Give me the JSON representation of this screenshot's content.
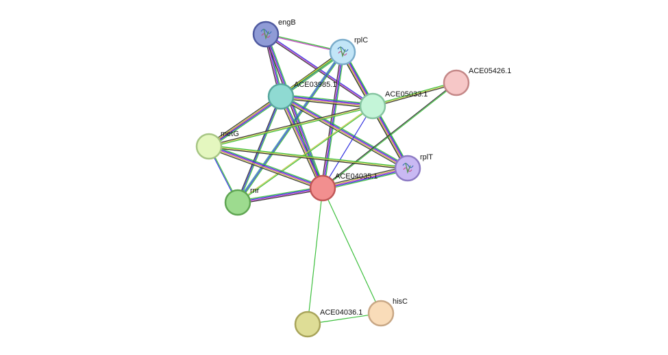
{
  "network": {
    "nodes": [
      {
        "id": "engB",
        "label": "engB",
        "fill": "#8f9bd6",
        "stroke": "#4f5aa0",
        "has_structure": true
      },
      {
        "id": "rplC",
        "label": "rplC",
        "fill": "#c2e5f7",
        "stroke": "#7aaccb",
        "has_structure": true
      },
      {
        "id": "ACE05426.1",
        "label": "ACE05426.1",
        "fill": "#f6c7c7",
        "stroke": "#c48787",
        "has_structure": false
      },
      {
        "id": "ACE03985.1",
        "label": "ACE03985.1",
        "fill": "#8fdad2",
        "stroke": "#57a69d",
        "has_structure": false
      },
      {
        "id": "ACE05033.1",
        "label": "ACE05033.1",
        "fill": "#c4f5d8",
        "stroke": "#85c4a0",
        "has_structure": false
      },
      {
        "id": "metG",
        "label": "metG",
        "fill": "#e4f7bf",
        "stroke": "#a6c583",
        "has_structure": false
      },
      {
        "id": "rplT",
        "label": "rplT",
        "fill": "#c9b9f3",
        "stroke": "#8d7bc4",
        "has_structure": true
      },
      {
        "id": "ACE04035.1",
        "label": "ACE04035.1",
        "fill": "#f28f8f",
        "stroke": "#c05656",
        "has_structure": false
      },
      {
        "id": "rnr",
        "label": "rnr",
        "fill": "#9ddb8f",
        "stroke": "#5fa552",
        "has_structure": false
      },
      {
        "id": "hisC",
        "label": "hisC",
        "fill": "#f9dcb9",
        "stroke": "#c8a785",
        "has_structure": false
      },
      {
        "id": "ACE04036.1",
        "label": "ACE04036.1",
        "fill": "#dedd96",
        "stroke": "#a8a45a",
        "has_structure": false
      }
    ],
    "edge_colors": {
      "green": "#3cbf3c",
      "blue": "#3030e0",
      "magenta": "#c040c0",
      "yellow": "#c8c848",
      "black": "#333333",
      "teal": "#3aa0a0"
    },
    "edges": [
      {
        "source": "engB",
        "target": "rplC",
        "types": [
          "green",
          "magenta"
        ]
      },
      {
        "source": "engB",
        "target": "ACE03985.1",
        "types": [
          "green",
          "blue",
          "magenta",
          "black"
        ]
      },
      {
        "source": "engB",
        "target": "ACE05033.1",
        "types": [
          "blue",
          "magenta",
          "black"
        ]
      },
      {
        "source": "engB",
        "target": "ACE04035.1",
        "types": [
          "green",
          "blue",
          "magenta",
          "black"
        ]
      },
      {
        "source": "rplC",
        "target": "ACE03985.1",
        "types": [
          "green",
          "blue",
          "yellow",
          "black"
        ]
      },
      {
        "source": "rplC",
        "target": "ACE05033.1",
        "types": [
          "green",
          "blue",
          "magenta",
          "yellow",
          "black"
        ]
      },
      {
        "source": "rplC",
        "target": "rplT",
        "types": [
          "green",
          "blue",
          "magenta",
          "yellow",
          "black"
        ]
      },
      {
        "source": "rplC",
        "target": "ACE04035.1",
        "types": [
          "green",
          "blue",
          "magenta",
          "black"
        ]
      },
      {
        "source": "rplC",
        "target": "metG",
        "types": [
          "green",
          "yellow"
        ]
      },
      {
        "source": "rplC",
        "target": "rnr",
        "types": [
          "green",
          "blue",
          "teal"
        ]
      },
      {
        "source": "ACE03985.1",
        "target": "ACE05033.1",
        "types": [
          "green",
          "blue",
          "magenta",
          "yellow",
          "black"
        ]
      },
      {
        "source": "ACE03985.1",
        "target": "metG",
        "types": [
          "green",
          "blue",
          "magenta",
          "yellow",
          "black"
        ]
      },
      {
        "source": "ACE03985.1",
        "target": "rplT",
        "types": [
          "green",
          "blue",
          "magenta",
          "yellow",
          "black"
        ]
      },
      {
        "source": "ACE03985.1",
        "target": "ACE04035.1",
        "types": [
          "green",
          "blue",
          "magenta",
          "yellow",
          "black"
        ]
      },
      {
        "source": "ACE03985.1",
        "target": "rnr",
        "types": [
          "green",
          "blue",
          "black"
        ]
      },
      {
        "source": "ACE05033.1",
        "target": "ACE05426.1",
        "types": [
          "green",
          "yellow",
          "black"
        ]
      },
      {
        "source": "ACE05033.1",
        "target": "metG",
        "types": [
          "green",
          "yellow",
          "black"
        ]
      },
      {
        "source": "ACE05033.1",
        "target": "rplT",
        "types": [
          "green",
          "blue",
          "magenta",
          "yellow",
          "black"
        ]
      },
      {
        "source": "ACE05033.1",
        "target": "ACE04035.1",
        "types": [
          "blue"
        ]
      },
      {
        "source": "ACE05033.1",
        "target": "rnr",
        "types": [
          "green",
          "yellow"
        ]
      },
      {
        "source": "ACE05426.1",
        "target": "ACE04035.1",
        "types": [
          "green",
          "black"
        ]
      },
      {
        "source": "metG",
        "target": "rplT",
        "types": [
          "green",
          "yellow",
          "black"
        ]
      },
      {
        "source": "metG",
        "target": "ACE04035.1",
        "types": [
          "green",
          "blue",
          "magenta",
          "yellow",
          "black"
        ]
      },
      {
        "source": "metG",
        "target": "rnr",
        "types": [
          "green",
          "blue"
        ]
      },
      {
        "source": "rplT",
        "target": "ACE04035.1",
        "types": [
          "green",
          "blue",
          "magenta",
          "yellow",
          "black"
        ]
      },
      {
        "source": "rnr",
        "target": "ACE04035.1",
        "types": [
          "green",
          "blue",
          "magenta",
          "black"
        ]
      },
      {
        "source": "ACE04035.1",
        "target": "hisC",
        "types": [
          "green"
        ]
      },
      {
        "source": "ACE04035.1",
        "target": "ACE04036.1",
        "types": [
          "green"
        ]
      },
      {
        "source": "hisC",
        "target": "ACE04036.1",
        "types": [
          "green"
        ]
      }
    ]
  }
}
